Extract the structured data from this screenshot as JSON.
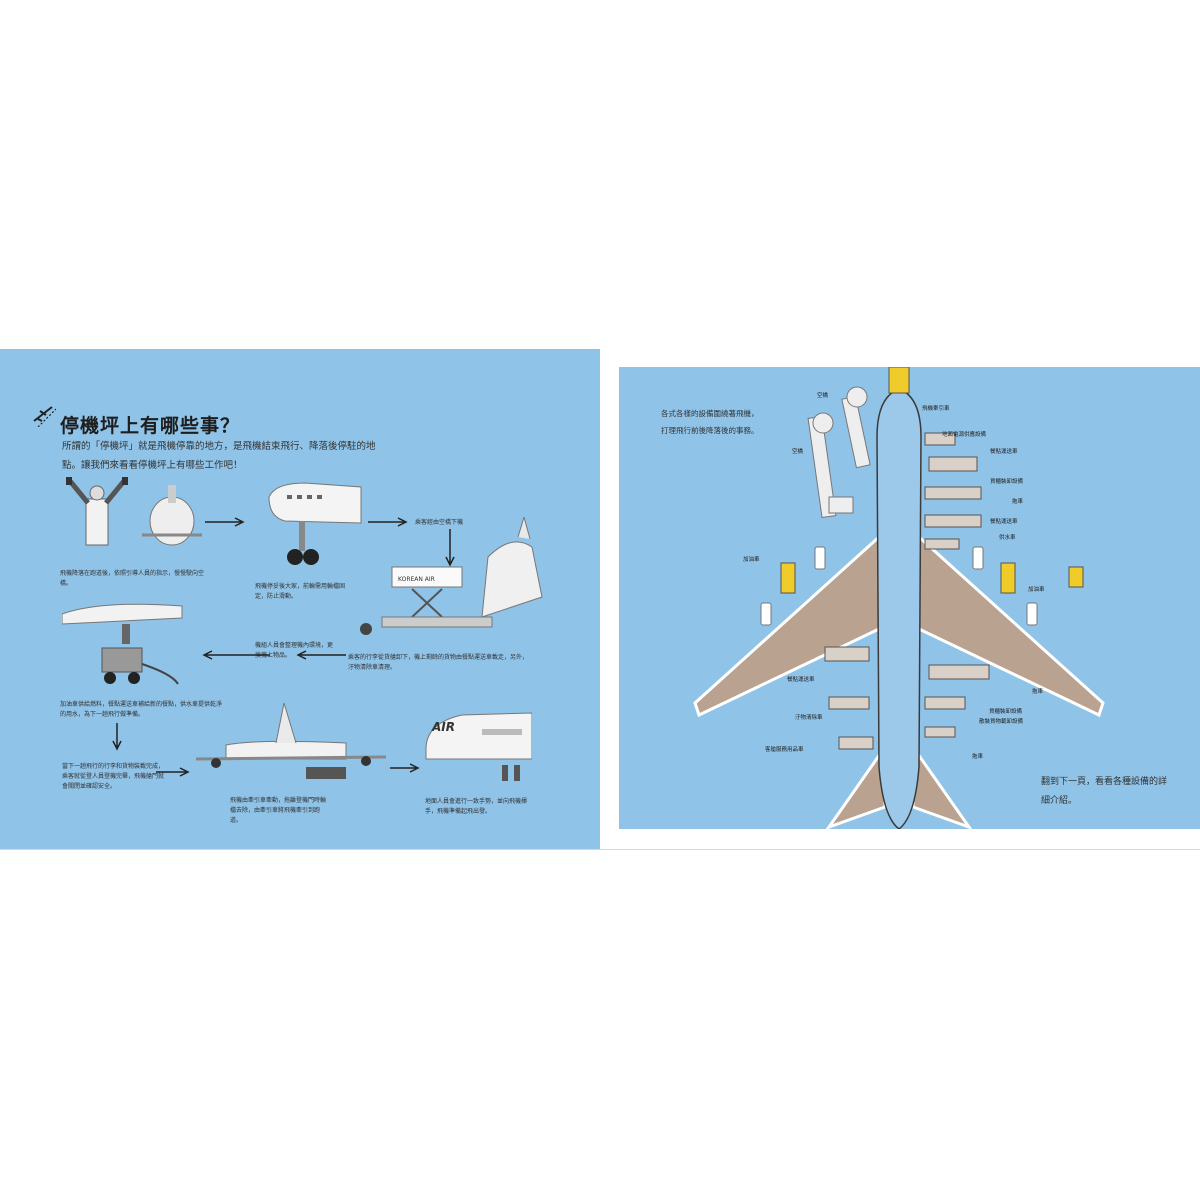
{
  "left_page": {
    "title": "停機坪上有哪些事？",
    "intro": "所謂的「停機坪」就是飛機停靠的地方，是飛機結束飛行、降落後停駐的地點。讓我們來看看停機坪上有哪些工作吧！",
    "captions": {
      "step1": "飛機降落在跑道後，依照引導人員的指示，慢慢駛向空橋。",
      "step2": "飛機停妥後大家，前輪需用輪檔固定，防止滑動。",
      "step3": "乘客經由空橋下機",
      "step4": "乘客的行李從貨艙卸下，機上剩餘的貨物由餐點運送車載走，另外，汙物清除車清理。",
      "step5": "機組人員會整理機內環境，更換機上物品。",
      "step6": "加油車供給燃料，餐點運送車補給新的餐點，供水車提供乾淨的用水，為下一趟飛行做準備。",
      "step7": "當下一趟飛行的行李和貨物裝載完成，乘客就從登人員登機完畢，飛機艙門就會關閉並確認安全。",
      "step8": "飛機由牽引車牽動，拖離登機門時輪檔去除，由牽引車將飛機牽引到跑道。",
      "step9": "地面人員會進行一致手勢，並向飛機揮手，飛機準備起飛出發。"
    },
    "livery1": "KOREAN AIR",
    "livery2": "AIR"
  },
  "right_page": {
    "intro": "各式各樣的設備圍繞著飛機，打理飛行前後降落後的事務。",
    "outro": "翻到下一頁，看看各種設備的詳細介紹。",
    "labels": {
      "bridge1": "空橋",
      "bridge2": "空橋",
      "tug": "飛機牽引車",
      "gpu": "地面電源供應設備",
      "catering1": "餐點運送車",
      "loader1": "貨櫃裝卸設備",
      "tractor1": "拖車",
      "catering2": "餐點運送車",
      "water": "供水車",
      "fuel_left": "加油車",
      "fuel_right": "加油車",
      "catering3": "餐點運送車",
      "tractor2": "拖車",
      "loader2": "貨櫃裝卸設備",
      "waste": "汙物清除車",
      "belt": "散裝貨物載卸設備",
      "cabin_service": "客艙服務用品車",
      "tractor3": "拖車"
    }
  },
  "colors": {
    "page_blue": "#8fc3e8",
    "tug_yellow": "#f0cc2a",
    "wing_body": "#b9a28f"
  }
}
